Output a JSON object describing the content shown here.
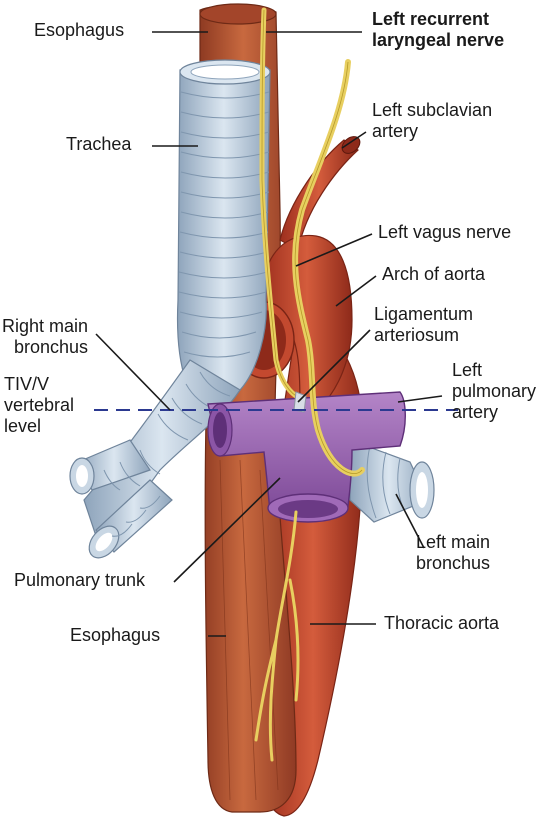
{
  "labels": {
    "esophagus_top": "Esophagus",
    "left_recurrent_laryngeal_nerve": "Left recurrent\nlaryngeal nerve",
    "trachea": "Trachea",
    "left_subclavian_artery": "Left subclavian\nartery",
    "left_vagus_nerve": "Left vagus nerve",
    "arch_of_aorta": "Arch of aorta",
    "right_main_bronchus": "Right main\nbronchus",
    "ligamentum_arteriosum": "Ligamentum\narteriosum",
    "tiv_v_vertebral_level": "TIV/V\nvertebral\nlevel",
    "left_pulmonary_artery": "Left\npulmonary\nartery",
    "pulmonary_trunk": "Pulmonary trunk",
    "left_main_bronchus": "Left main\nbronchus",
    "esophagus_bottom": "Esophagus",
    "thoracic_aorta": "Thoracic aorta"
  },
  "colors": {
    "esophagus": "#b9573a",
    "aorta": "#c3492f",
    "trachea": "#b7c8d9",
    "pulmonary": "#9a63b3",
    "nerve": "#e8cf60",
    "level_line": "#2b3990"
  }
}
